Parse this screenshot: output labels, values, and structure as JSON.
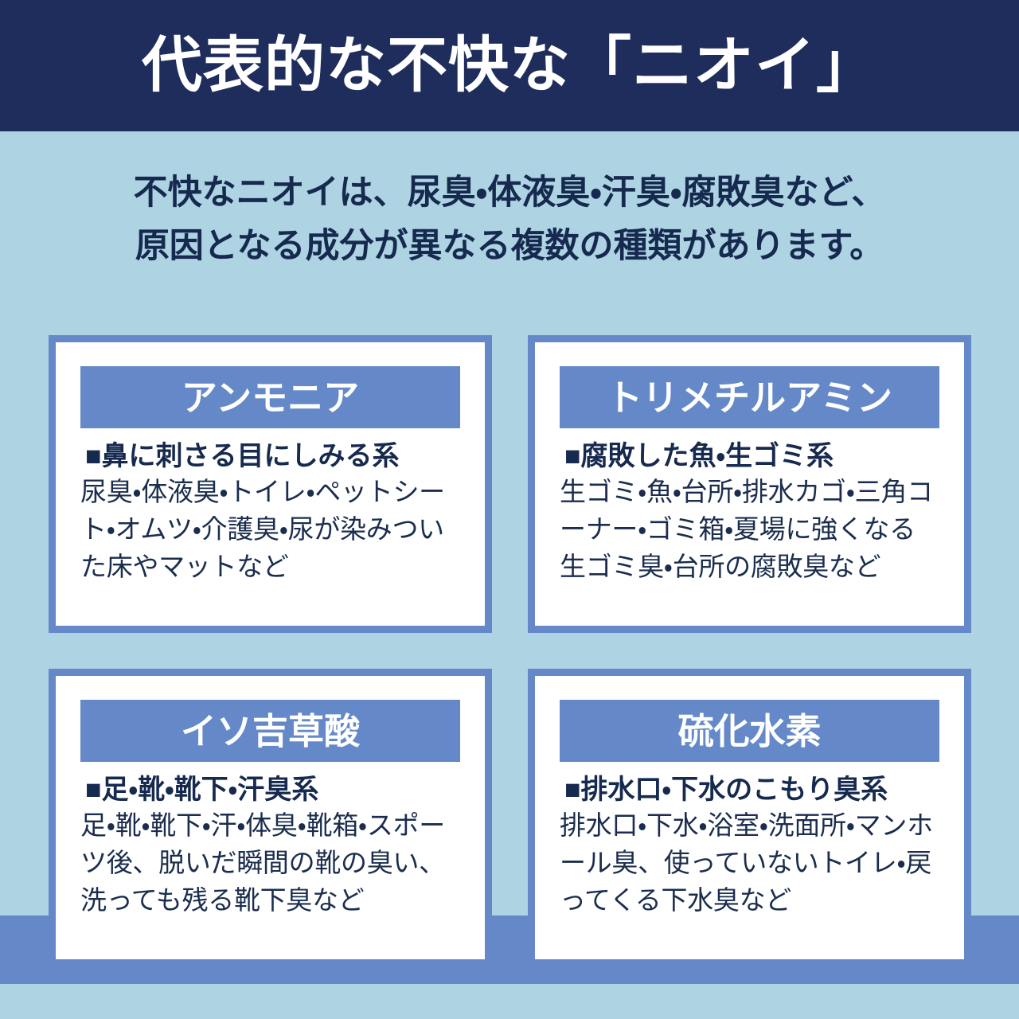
{
  "colors": {
    "header_band": "#1e2d5c",
    "page_background": "#aed3e2",
    "card_accent": "#6589c8",
    "card_surface": "#ffffff",
    "text_navy": "#16294f"
  },
  "header": {
    "title": "代表的な不快な「ニオイ」"
  },
  "intro": {
    "line1": "不快なニオイは、尿臭・体液臭・汗臭・腐敗臭など、",
    "line2": "原因となる成分が異なる複数の種類があります。"
  },
  "cards": [
    {
      "title": "アンモニア",
      "subhead": "■鼻に刺さる目にしみる系",
      "body": "尿臭・体液臭・トイレ・ペットシート・オムツ・介護臭・尿が染みついた床やマットなど"
    },
    {
      "title": "トリメチルアミン",
      "subhead": "■腐敗した魚・生ゴミ系",
      "body": "生ゴミ・魚・台所・排水カゴ・三角コーナー・ゴミ箱・夏場に強くなる生ゴミ臭・台所の腐敗臭など"
    },
    {
      "title": "イソ吉草酸",
      "subhead": "■足・靴・靴下・汗臭系",
      "body": "足・靴・靴下・汗・体臭・靴箱・スポーツ後、脱いだ瞬間の靴の臭い、洗っても残る靴下臭など"
    },
    {
      "title": "硫化水素",
      "subhead": "■排水口・下水のこもり臭系",
      "body": "排水口・下水・浴室・洗面所・マンホール臭、使っていないトイレ・戻ってくる下水臭など"
    }
  ]
}
